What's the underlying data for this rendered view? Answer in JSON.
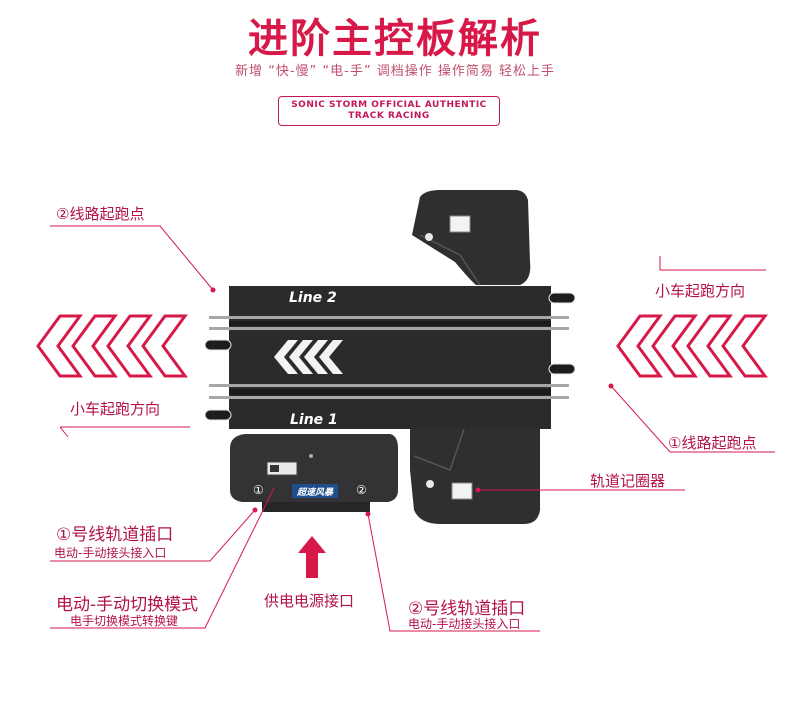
{
  "header": {
    "title": "进阶主控板解析",
    "subtitle": "新增 “快-慢” “电-手” 调档操作 操作简易 轻松上手",
    "badge_line1": "SONIC STORM OFFICIAL AUTHENTIC",
    "badge_line2": "TRACK RACING"
  },
  "track": {
    "line2_label": "Line 2",
    "line1_label": "Line 1",
    "port1_mark": "①",
    "port2_mark": "②",
    "logo_text": "超速风暴"
  },
  "annotations": {
    "start_point_left": "②线路起跑点",
    "car_direction_right": "小车起跑方向",
    "car_direction_left": "小车起跑方向",
    "start_point_right": "①线路起跑点",
    "lap_counter": "轨道记圈器",
    "port1_title": "①号线轨道插口",
    "port1_desc": "电动-手动接头接入口",
    "switch_title": "电动-手动切换模式",
    "switch_desc": "电手切换模式转换键",
    "power_port": "供电电源接口",
    "port2_title": "②号线轨道插口",
    "port2_desc": "电动-手动接头接入口"
  },
  "colors": {
    "accent": "#d7194a",
    "label": "#b3124a",
    "track": "#2b2b2d",
    "rail": "#a7a7a7"
  }
}
